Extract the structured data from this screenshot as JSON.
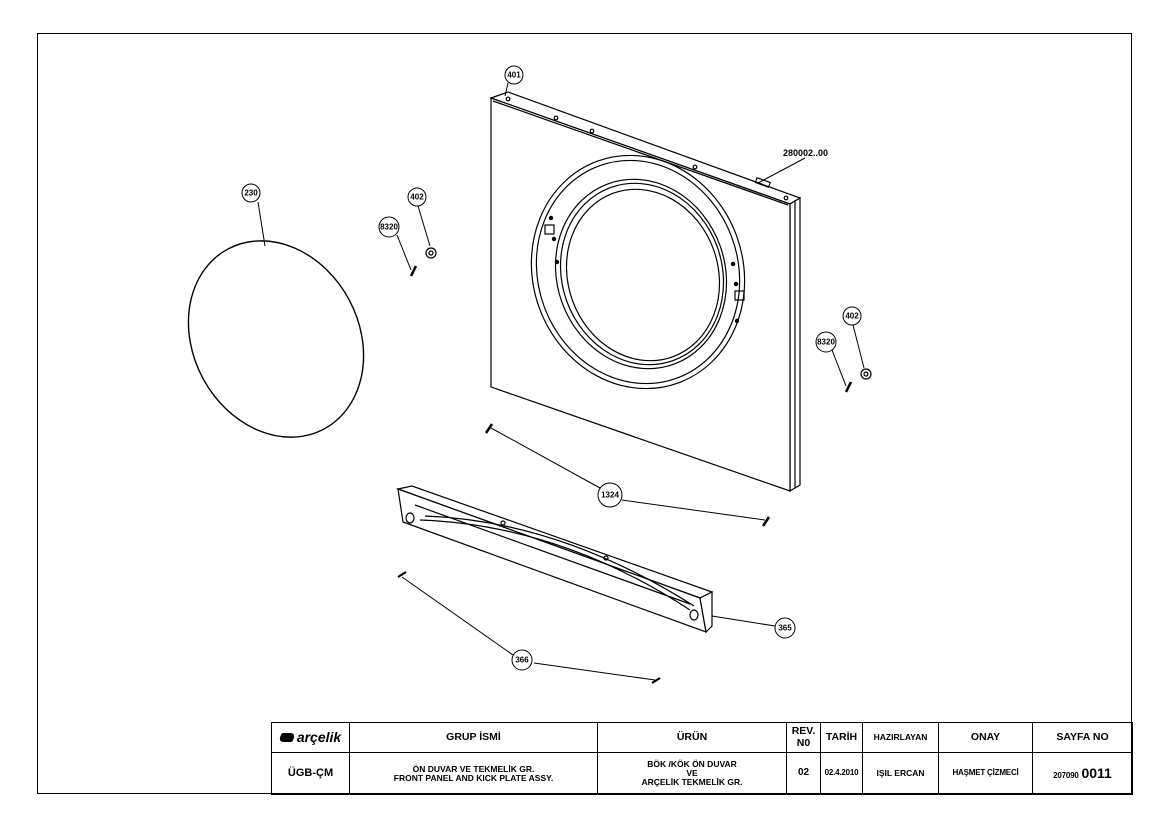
{
  "drawing": {
    "reference_label": "280002..00",
    "callouts": {
      "part_401": "401",
      "part_230": "230",
      "part_402_left": "402",
      "part_8320_left": "8320",
      "part_402_right": "402",
      "part_8320_right": "8320",
      "part_1324": "1324",
      "part_365": "365",
      "part_366": "366"
    }
  },
  "title_block": {
    "logo_text": "arçelik",
    "headers": {
      "grup_ismi": "GRUP İSMİ",
      "urun": "ÜRÜN",
      "rev_line1": "REV.",
      "rev_line2": "N0",
      "tarih": "TARİH",
      "hazirlayan": "HAZIRLAYAN",
      "onay": "ONAY",
      "sayfa_no": "SAYFA NO"
    },
    "values": {
      "code": "ÜGB-ÇM",
      "grup_line1": "ÖN DUVAR VE TEKMELİK GR.",
      "grup_line2": "FRONT PANEL AND KICK PLATE ASSY.",
      "urun_line1": "BÖK /KÖK  ÖN DUVAR",
      "urun_line2": "VE",
      "urun_line3": "ARÇELİK TEKMELİK GR.",
      "rev": "02",
      "tarih": "02.4.2010",
      "hazirlayan": "IŞIL ERCAN",
      "onay": "HAŞMET ÇİZMECİ",
      "sayfa_prefix": "207090",
      "sayfa_suffix": "0011"
    }
  }
}
